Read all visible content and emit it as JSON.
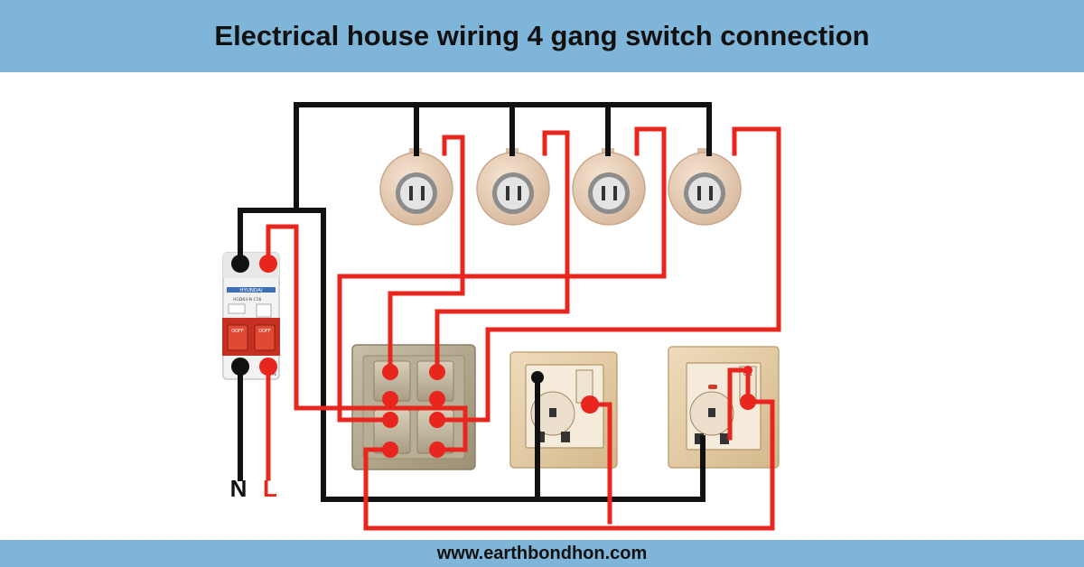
{
  "title": "Electrical house wiring 4 gang switch connection",
  "footer_url": "www.earthbondhon.com",
  "labels": {
    "neutral": "N",
    "live": "L"
  },
  "breaker": {
    "brand": "HYUNDAI",
    "model": "HGD63-N C16",
    "off_label_1": "OOFF",
    "off_label_2": "OOFF",
    "pole_mark": "N"
  },
  "socket_2": {
    "switch_label": "O/1"
  },
  "colors": {
    "neutral_wire": "#111111",
    "live_wire": "#e8261d",
    "header_bg": "#7fb5d8",
    "bulb_holder": "#e9cdb5",
    "switch_plate": "#b7ab91",
    "socket_plate": "#e2c9a0"
  },
  "components": {
    "bulb_holders": 4,
    "switch_gangs": 4,
    "sockets": 2,
    "breaker_poles": 2
  }
}
